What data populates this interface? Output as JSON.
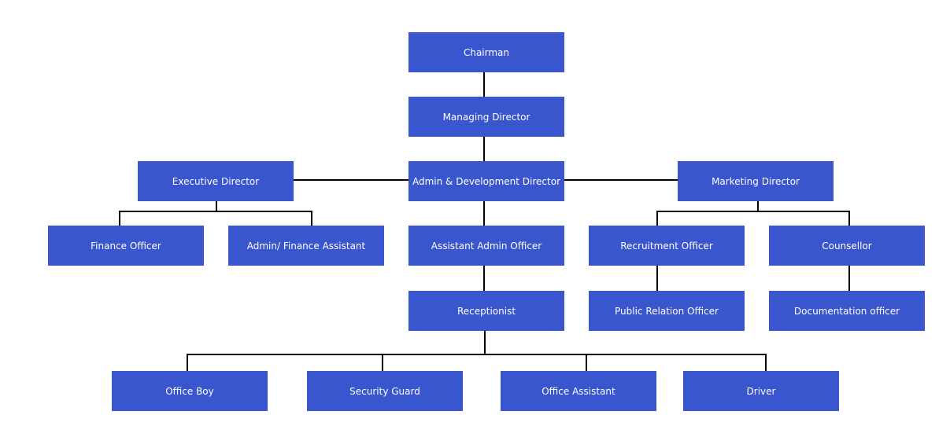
{
  "nodes": {
    "chairman": "Chairman",
    "managing_director": "Managing Director",
    "executive_director": "Executive Director",
    "admin_dev_director": "Admin & Development Director",
    "marketing_director": "Marketing Director",
    "finance_officer": "Finance Officer",
    "admin_finance_assistant": "Admin/ Finance Assistant",
    "assistant_admin_officer": "Assistant Admin Officer",
    "recruitment_officer": "Recruitment Officer",
    "counsellor": "Counsellor",
    "receptionist": "Receptionist",
    "public_relation_officer": "Public Relation Officer",
    "documentation_officer": "Documentation officer",
    "office_boy": "Office Boy",
    "security_guard": "Security Guard",
    "office_assistant": "Office Assistant",
    "driver": "Driver"
  },
  "colors": {
    "box": "#3a56cf",
    "text": "#ffffff",
    "connector": "#000000"
  }
}
